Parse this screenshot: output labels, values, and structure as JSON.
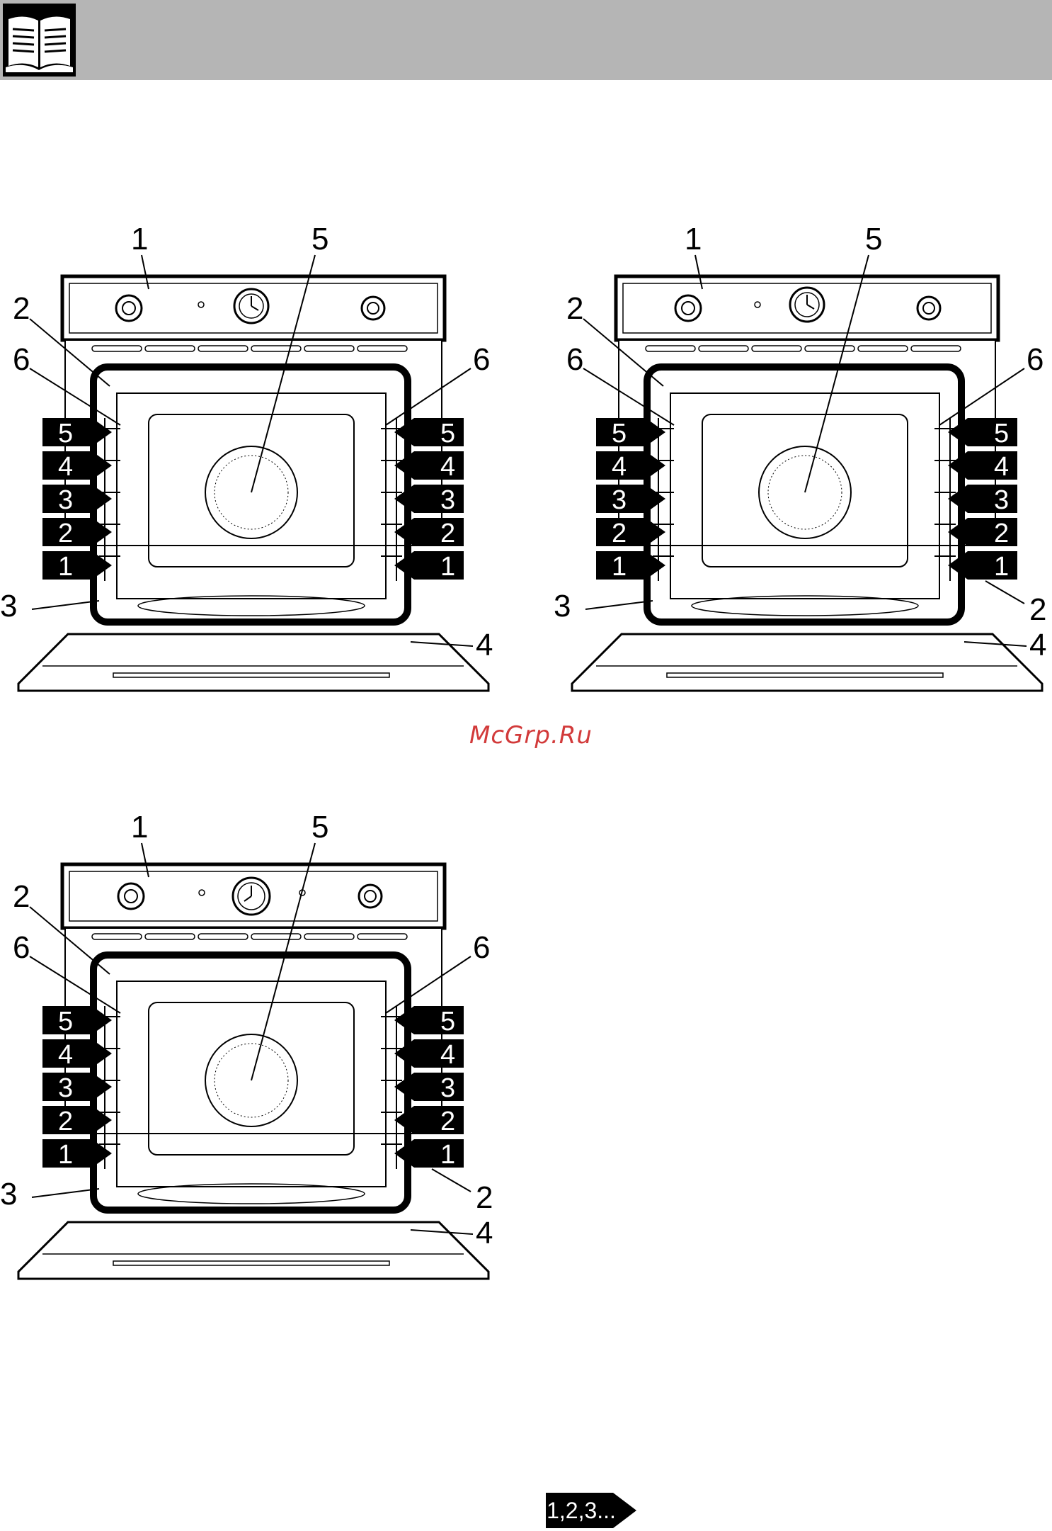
{
  "header": {
    "icon": "open-book-icon",
    "background_color": "#b5b5b5"
  },
  "watermark": {
    "text": "McGrp.Ru",
    "color": "#d23a3a"
  },
  "diagrams": [
    {
      "name": "oven-variant-1",
      "callouts": [
        "1",
        "5",
        "2",
        "6",
        "6",
        "3",
        "4"
      ],
      "rack_levels": [
        "5",
        "4",
        "3",
        "2",
        "1"
      ]
    },
    {
      "name": "oven-variant-2",
      "callouts": [
        "1",
        "5",
        "2",
        "6",
        "6",
        "3",
        "2",
        "4"
      ],
      "rack_levels": [
        "5",
        "4",
        "3",
        "2",
        "1"
      ]
    },
    {
      "name": "oven-variant-3",
      "callouts": [
        "1",
        "5",
        "2",
        "6",
        "6",
        "3",
        "2",
        "4"
      ],
      "rack_levels": [
        "5",
        "4",
        "3",
        "2",
        "1"
      ]
    }
  ],
  "page_nav": {
    "label": "1,2,3...",
    "icon": "arrow-right-icon"
  }
}
